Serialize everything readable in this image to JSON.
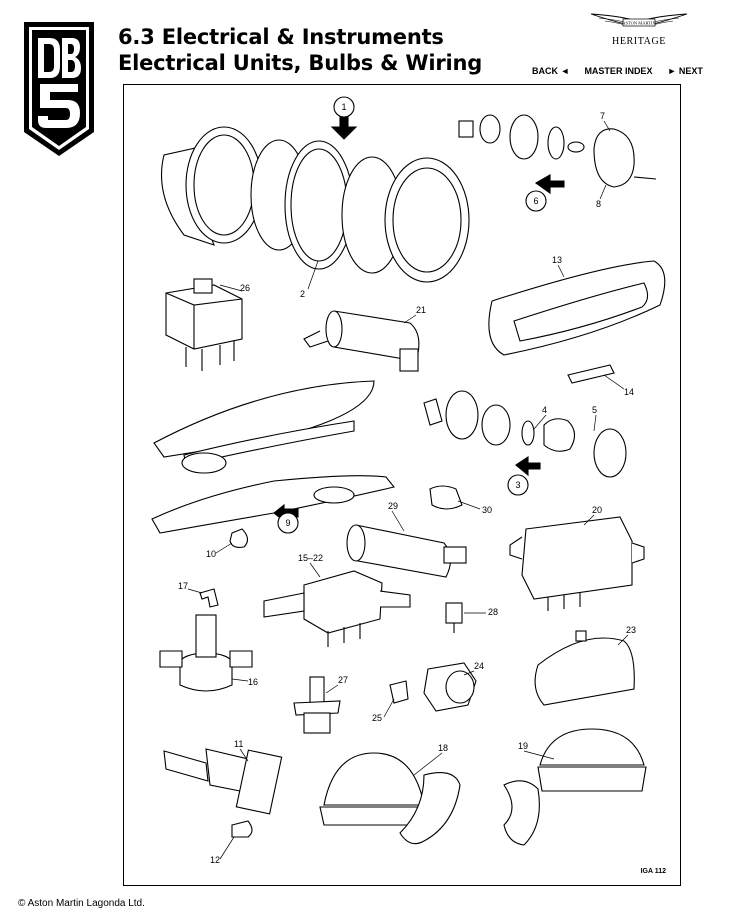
{
  "header": {
    "section_title": "6.3 Electrical & Instruments",
    "subtitle": "Electrical Units, Bulbs & Wiring",
    "badge_text": "DB5"
  },
  "brand": {
    "logo_text": "ASTON MARTIN",
    "heritage": "HERITAGE"
  },
  "nav": {
    "back": "BACK ◄",
    "master_index": "MASTER INDEX",
    "next": "► NEXT"
  },
  "diagram": {
    "part_labels": [
      "1",
      "2",
      "3",
      "4",
      "5",
      "6",
      "7",
      "8",
      "9",
      "10",
      "11",
      "12",
      "13",
      "14",
      "15–22",
      "16",
      "17",
      "18",
      "19",
      "20",
      "21",
      "23",
      "24",
      "25",
      "26",
      "27",
      "28",
      "29",
      "30"
    ],
    "reference_code": "IGA 112"
  },
  "footer": {
    "copyright": "© Aston Martin Lagonda Ltd."
  }
}
